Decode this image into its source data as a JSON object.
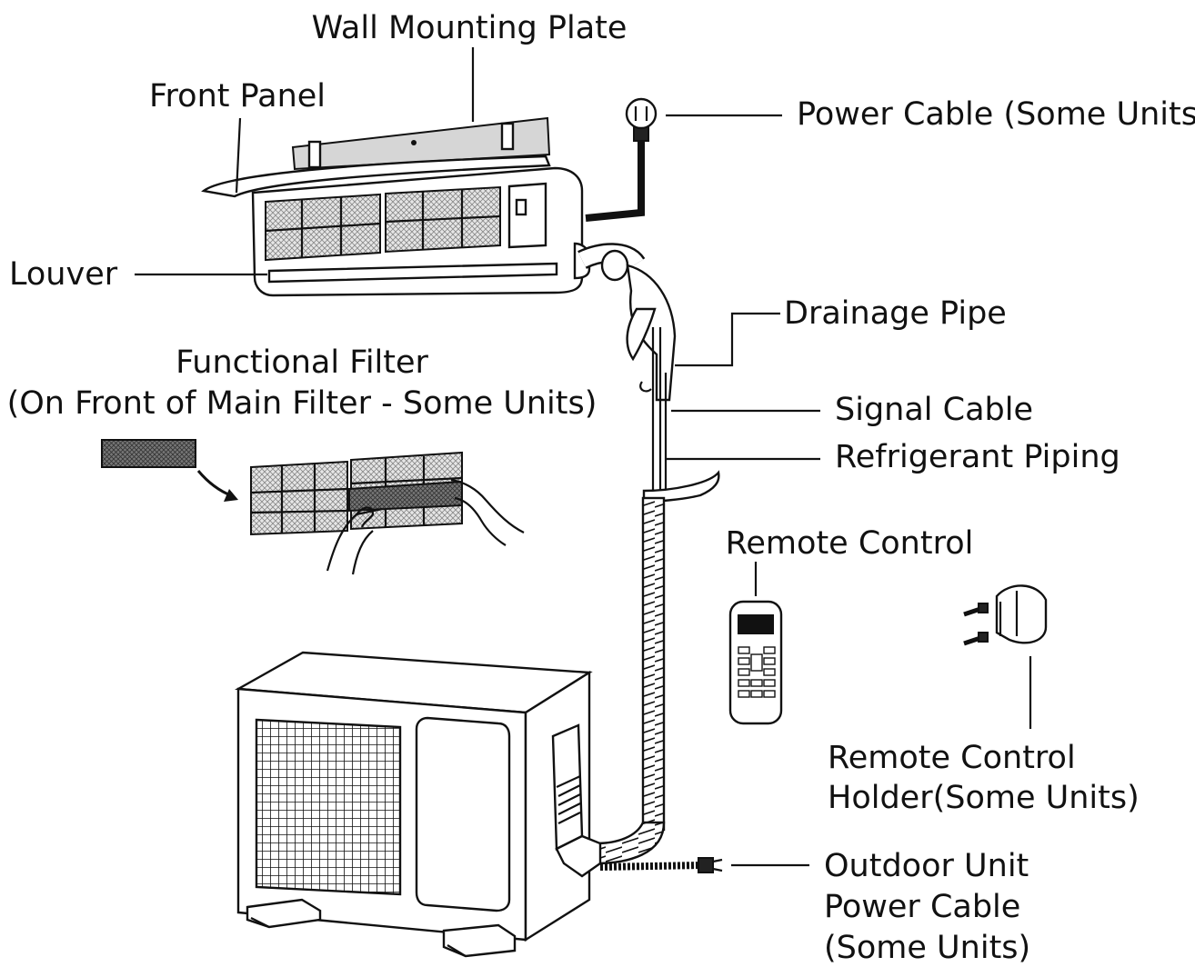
{
  "labels": {
    "wall_mounting_plate": "Wall Mounting Plate",
    "front_panel": "Front Panel",
    "power_cable": "Power Cable (Some Units)",
    "louver": "Louver",
    "drainage_pipe": "Drainage Pipe",
    "functional_filter_line1": "Functional Filter",
    "functional_filter_line2": "(On Front of Main Filter - Some Units)",
    "signal_cable": "Signal Cable",
    "refrigerant_piping": "Refrigerant Piping",
    "remote_control": "Remote Control",
    "remote_holder_line1": "Remote Control",
    "remote_holder_line2": "Holder(Some Units)",
    "outdoor_power_line1": "Outdoor Unit",
    "outdoor_power_line2": "Power Cable",
    "outdoor_power_line3": "(Some Units)"
  },
  "colors": {
    "line": "#111111",
    "background": "#ffffff",
    "shade": "#d6d6d6"
  }
}
